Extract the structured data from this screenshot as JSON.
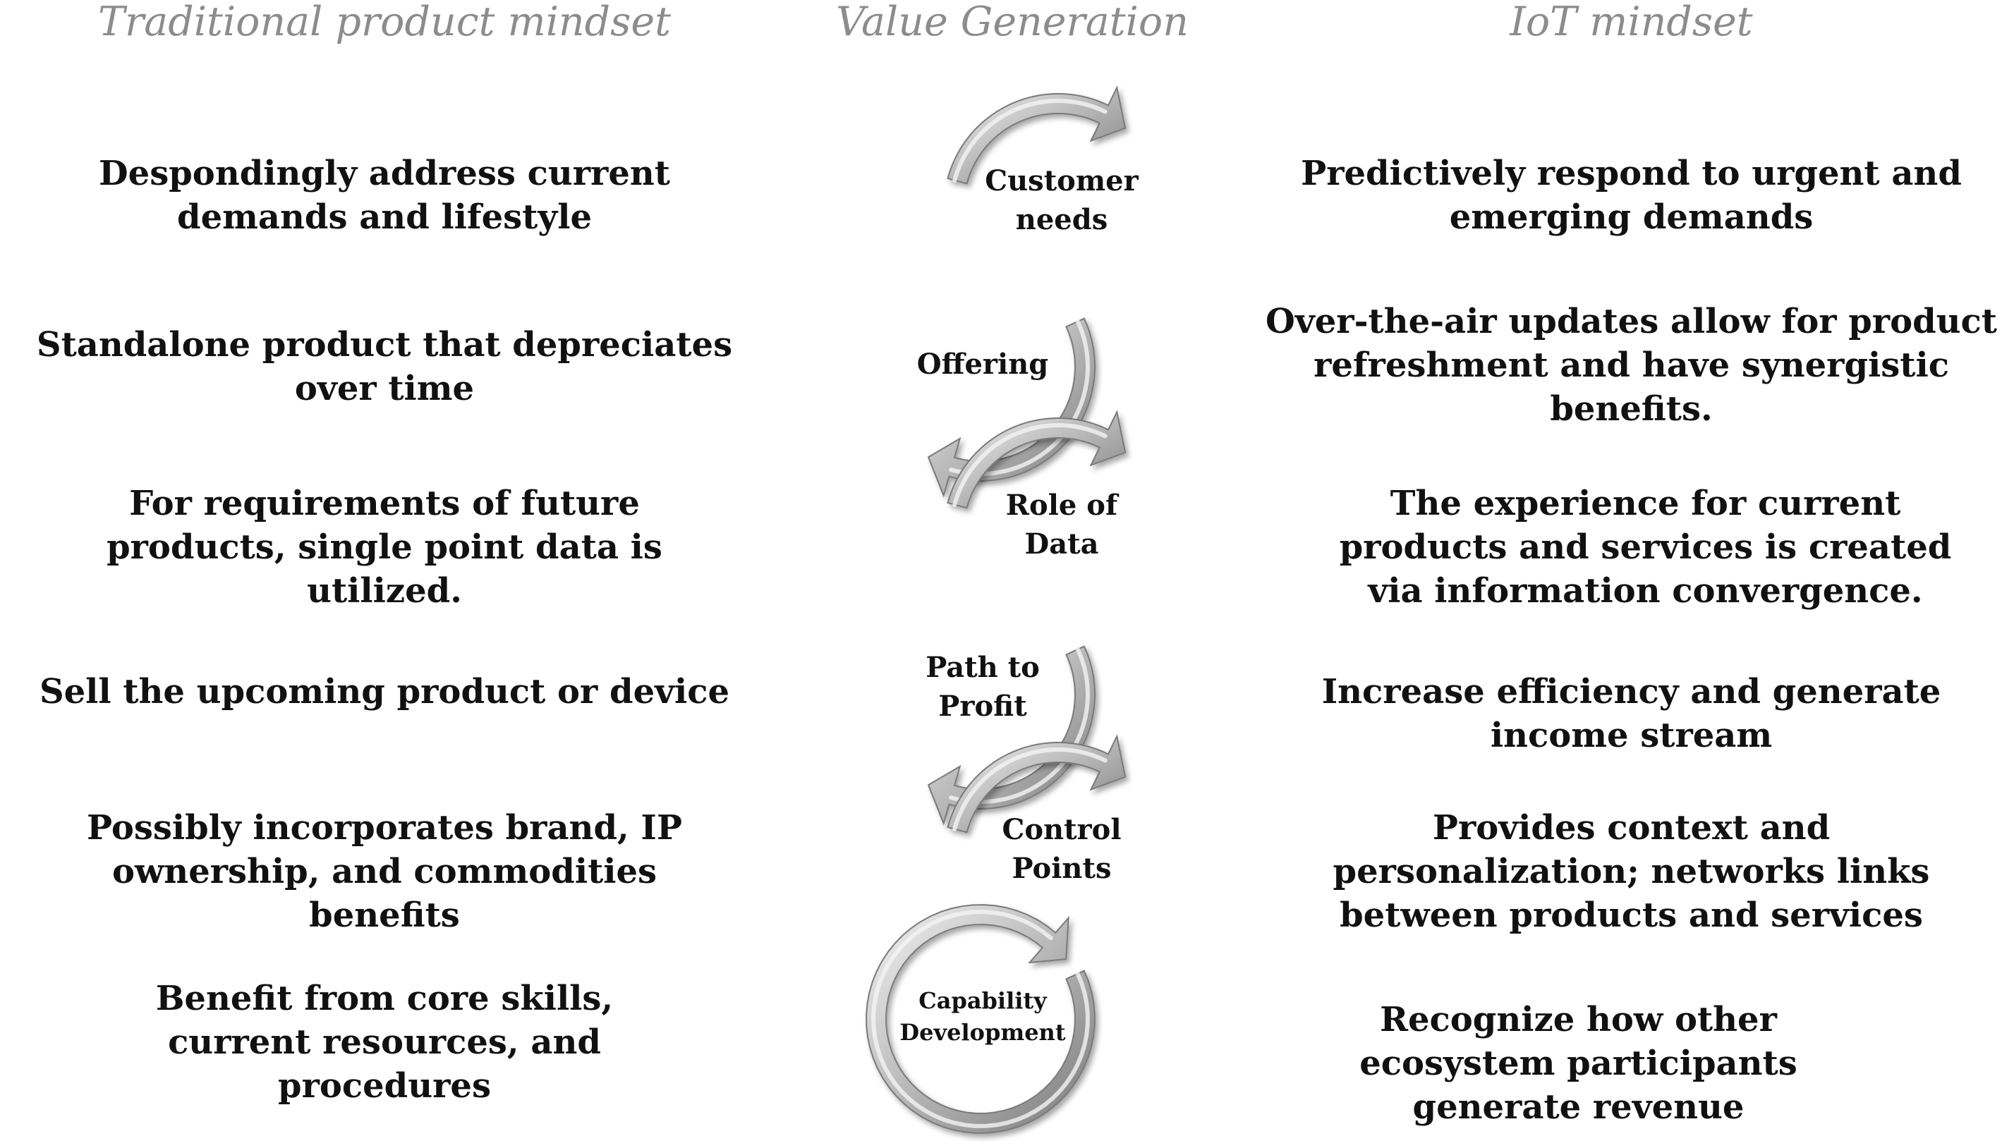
{
  "headers": {
    "left": "Traditional product mindset",
    "center": "Value Generation",
    "right": "IoT mindset"
  },
  "traditional": [
    "Despondingly address current demands and lifestyle",
    "Standalone product that depreciates over time",
    "For requirements of future products, single point data is utilized.",
    "Sell the upcoming product or device",
    "Possibly incorporates brand, IP ownership, and commodities benefits",
    "Benefit from core skills, current resources, and procedures"
  ],
  "iot": [
    "Predictively respond to urgent and emerging demands",
    "Over-the-air updates allow for product refreshment and have synergistic benefits.",
    "The experience for current products and services is created via information convergence.",
    "Increase efficiency and generate income stream",
    "Provides context and personalization; networks links between products and services",
    "Recognize how other ecosystem participants generate revenue"
  ],
  "stages": [
    {
      "line1": "Customer",
      "line2": "needs"
    },
    {
      "line1": "Offering",
      "line2": ""
    },
    {
      "line1": "Role of",
      "line2": "Data"
    },
    {
      "line1": "Path to",
      "line2": "Profit"
    },
    {
      "line1": "Control",
      "line2": "Points"
    },
    {
      "line1": "Capability",
      "line2": "Development"
    }
  ],
  "colors": {
    "arrow_light": "#f4f4f4",
    "arrow_mid": "#bdbdbd",
    "arrow_dark": "#7a7a7a",
    "header_text": "#8c8c8c",
    "body_text": "#111111"
  }
}
